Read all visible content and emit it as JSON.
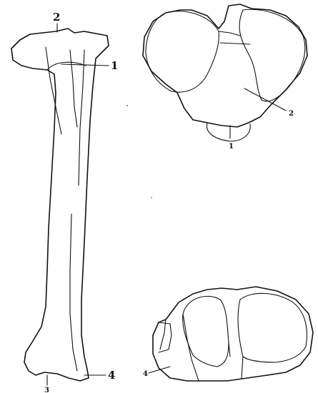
{
  "colors": {
    "ink": "#111111",
    "background": "#ffffff"
  },
  "figure": {
    "long_bone": {
      "labels": [
        "1",
        "2",
        "3",
        "4"
      ]
    },
    "proximal_end_view": {
      "labels": [
        "1",
        "2"
      ]
    },
    "distal_end_view": {
      "labels": [
        "4"
      ]
    }
  }
}
